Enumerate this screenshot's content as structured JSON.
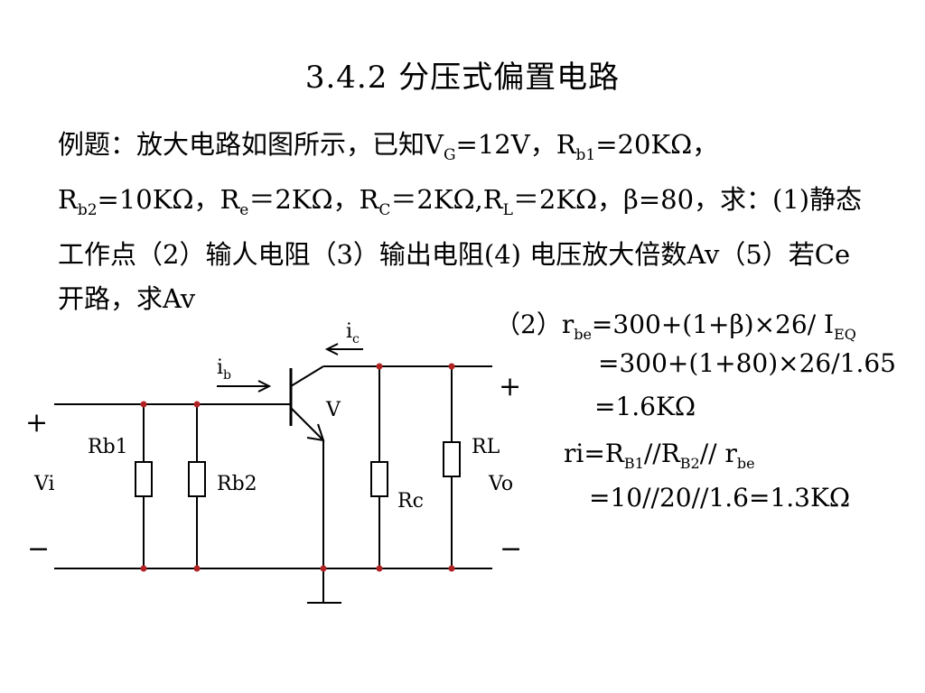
{
  "title": "3.4.2 分压式偏置电路",
  "problem": {
    "p1": "例题：放大电路如图所示，已知V",
    "vg_sub": "G",
    "p2": "=12V，R",
    "rb1_sub": "b1",
    "p3": "=20KΩ，R",
    "rb2_sub": "b2",
    "p4": "=10KΩ，R",
    "re_sub": "e",
    "p5": "＝2KΩ，R",
    "rc_sub": "C",
    "p6": "＝2KΩ,R",
    "rl_sub": "L",
    "p7": "＝2KΩ，β=80，求：(1)静态工作点（2）输人电阻（3）输出电阻(4) 电压放大倍数Av（5）若Ce开路，求Av"
  },
  "calc": {
    "l1_a": "（2）r",
    "l1_sub": "be",
    "l1_b": "=300+(1+β)×26/ I",
    "l1_sub2": "EQ",
    "l2": "=300+(1+80)×26/1.65",
    "l3": "=1.6KΩ",
    "l4_a": "ri=R",
    "l4_sub1": "B1",
    "l4_b": "//R",
    "l4_sub2": "B2",
    "l4_c": "// r",
    "l4_sub3": "be",
    "l5": "=10//20//1.6=1.3KΩ"
  },
  "circuit": {
    "plus_in": "+",
    "minus_in": "−",
    "vi": "Vi",
    "rb1": "Rb1",
    "rb2": "Rb2",
    "ib_main": "i",
    "ib_sub": "b",
    "ic_main": "i",
    "ic_sub": "c",
    "v": "V",
    "rc": "Rc",
    "rl": "RL",
    "vo": "Vo",
    "plus_out": "+",
    "minus_out": "−"
  }
}
